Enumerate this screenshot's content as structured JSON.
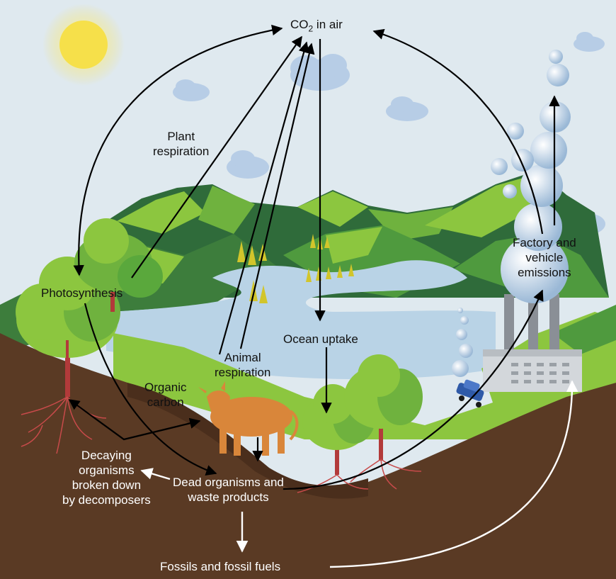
{
  "labels": {
    "co2_prefix": "CO",
    "co2_sub": "2",
    "co2_suffix": " in air",
    "plant_respiration_1": "Plant",
    "plant_respiration_2": "respiration",
    "photosynthesis": "Photosynthesis",
    "animal_respiration_1": "Animal",
    "animal_respiration_2": "respiration",
    "ocean_uptake": "Ocean uptake",
    "organic_carbon_1": "Organic",
    "organic_carbon_2": "carbon",
    "factory_1": "Factory and",
    "factory_2": "vehicle",
    "factory_3": "emissions",
    "decaying_1": "Decaying",
    "decaying_2": "organisms",
    "decaying_3": "broken down",
    "decaying_4": "by decomposers",
    "dead_1": "Dead organisms and",
    "dead_2": "waste products",
    "fossils": "Fossils and fossil fuels"
  },
  "colors": {
    "sky": "#dfe9ef",
    "sun": "#f6e04a",
    "hill_dark": "#2f6b3a",
    "hill_mid": "#4f9a3e",
    "hill_light": "#8cc63f",
    "water": "#b9d3e6",
    "soil": "#5a3a24",
    "cow": "#d9863a",
    "dark_arrow": "#000000",
    "light_arrow": "#ffffff"
  },
  "icons": [
    "sun-icon",
    "cloud-icon",
    "tree-icon",
    "cow-icon",
    "car-icon",
    "factory-icon",
    "smoke-bubble-icon"
  ]
}
